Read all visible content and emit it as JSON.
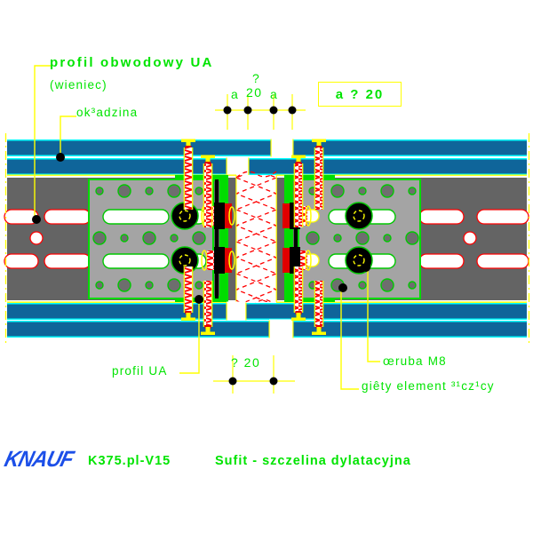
{
  "annotations": {
    "profil_obwodowy": "profil obwodowy UA",
    "wieniec": "(wieniec)",
    "okladzina": "ok³adzina",
    "profil_ua": "profil UA",
    "sruba": "œruba M8",
    "giety": "giêty element ³¹cz¹cy"
  },
  "dimensions": {
    "top": {
      "a_left": "a",
      "gap_symbol": "?",
      "gap_value": "20",
      "a_right": "a"
    },
    "box_label": "a ? 20",
    "bottom_label": "? 20"
  },
  "footer": {
    "logo": "KNAUF",
    "code": "K375.pl-V15",
    "title": "Sufit - szczelina dylatacyjna"
  },
  "colors": {
    "annotation_green": "#00E400",
    "leader_yellow": "#FFFF00",
    "cladding_blue": "#0F659A",
    "cladding_edge_cyan": "#00FFFF",
    "detail_red": "#FF0000",
    "profile_dark_gray": "#646464",
    "plate_light_gray": "#A4A4A4",
    "knauf_blue": "#1C4FE8"
  }
}
